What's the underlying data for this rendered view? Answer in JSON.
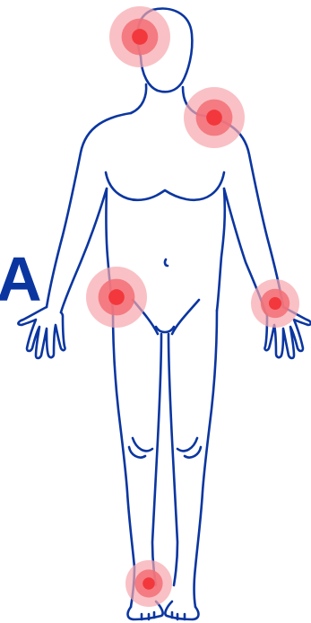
{
  "side_letter": "A",
  "colors": {
    "outline": "#0b36a0",
    "pain_core": "#f2383c",
    "pain_mid": "#f36f76",
    "pain_halo": "#f7a7ad",
    "background": "#ffffff"
  },
  "pain_points": [
    {
      "name": "head-pain-point"
    },
    {
      "name": "shoulder-pain-point"
    },
    {
      "name": "hip-pain-point"
    },
    {
      "name": "wrist-pain-point"
    },
    {
      "name": "ankle-pain-point"
    }
  ]
}
